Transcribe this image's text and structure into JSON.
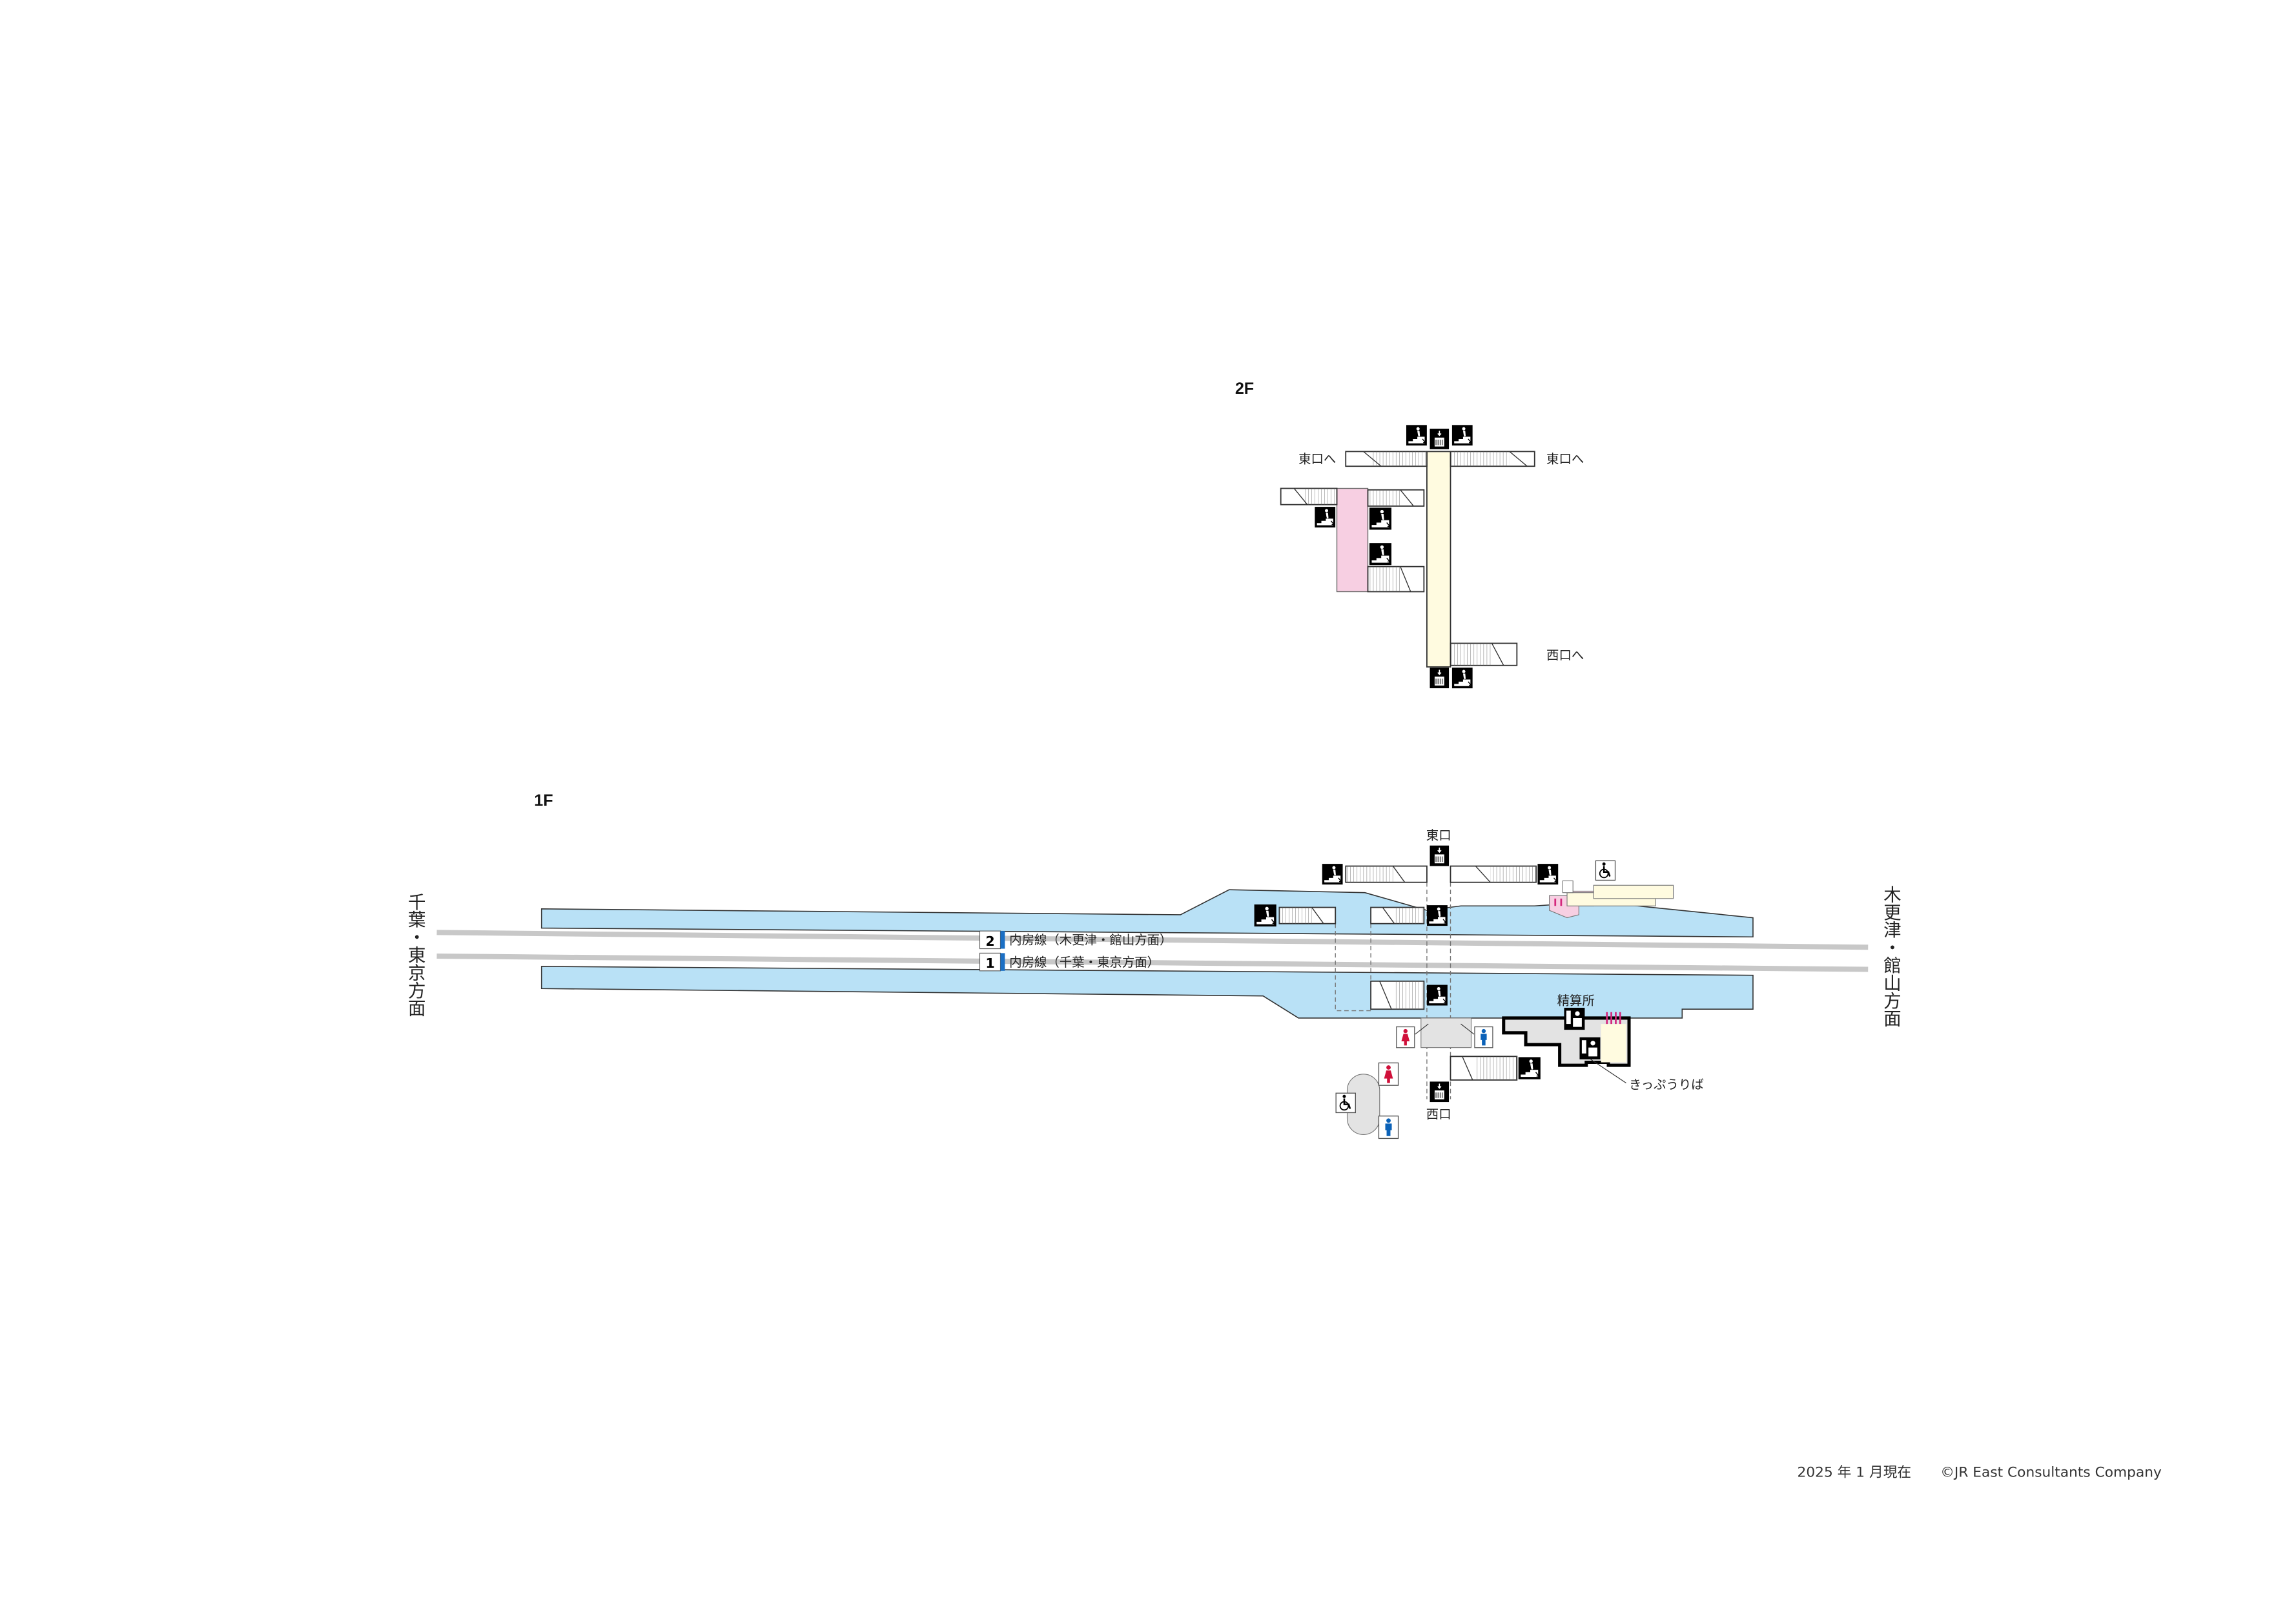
{
  "floors": {
    "upper": {
      "label": "2F",
      "exits": {
        "east_left": "東口へ",
        "east_right": "東口へ",
        "west": "西口へ"
      }
    },
    "ground": {
      "label": "1F",
      "exits": {
        "east": "東口",
        "west": "西口"
      },
      "directions": {
        "left": "千葉・東京方面",
        "right": "木更津・館山方面"
      },
      "tracks": [
        {
          "number": "2",
          "name": "内房線（木更津・館山方面）"
        },
        {
          "number": "1",
          "name": "内房線（千葉・東京方面）"
        }
      ],
      "facilities": {
        "fare_adjustment": "精算所",
        "ticket_sales": "きっぷうりば"
      }
    }
  },
  "colors": {
    "platform": "#b9e1f6",
    "concourse": "#fffbe0",
    "gate_area": "#f7cfe2",
    "line": "#1b6fc4",
    "female": "#d0103a",
    "male": "#0b62b8",
    "facility": "#e3e3e3"
  },
  "footer": {
    "date": "2025 年 1 月現在",
    "copyright": "©JR East Consultants Company"
  }
}
